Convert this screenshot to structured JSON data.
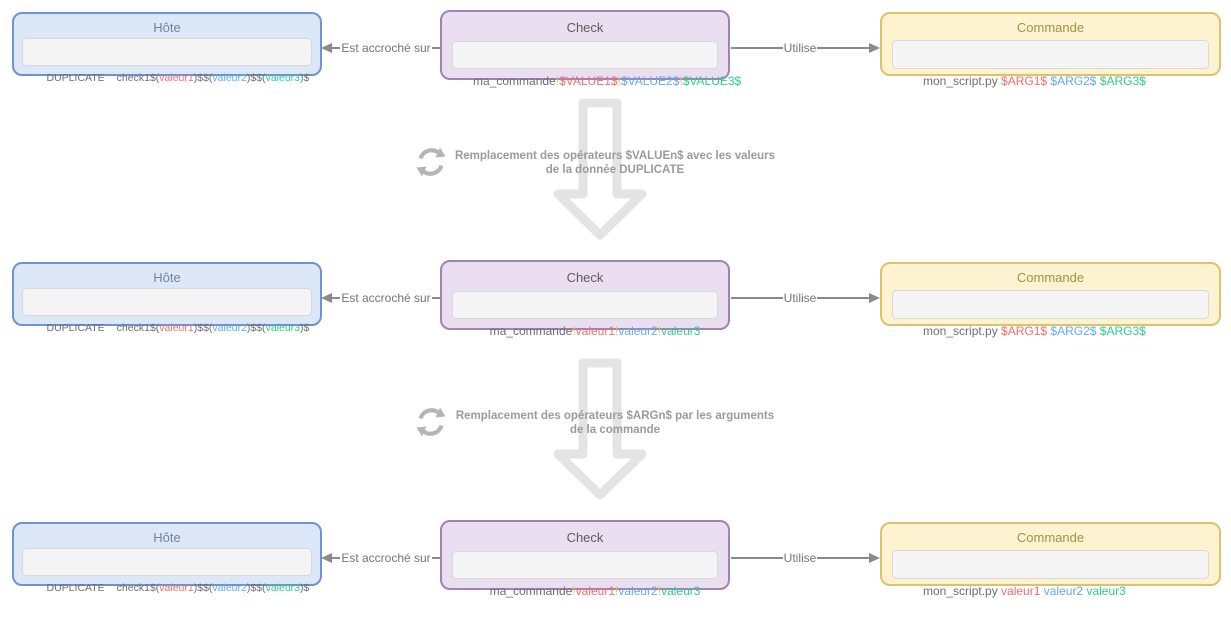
{
  "links": {
    "left_label": "Est accroché sur",
    "right_label": "Utilise"
  },
  "rows": [
    {
      "hote": {
        "title": "Hôte",
        "label": "DUPLICATE",
        "parts": [
          {
            "t": "check1$(",
            "c": "muted"
          },
          {
            "t": "valeur1",
            "c": "red"
          },
          {
            "t": ")$$(",
            "c": "muted"
          },
          {
            "t": "valeur2",
            "c": "blue"
          },
          {
            "t": ")$$(",
            "c": "muted"
          },
          {
            "t": "valeur3",
            "c": "green"
          },
          {
            "t": ")$",
            "c": "muted"
          }
        ]
      },
      "check": {
        "title": "Check",
        "parts": [
          {
            "t": "ma_commande",
            "c": "muted"
          },
          {
            "t": "!",
            "c": "sep"
          },
          {
            "t": "$VALUE1$",
            "c": "red"
          },
          {
            "t": "!",
            "c": "sep"
          },
          {
            "t": "$VALUE2$",
            "c": "blue"
          },
          {
            "t": "!",
            "c": "sep"
          },
          {
            "t": "$VALUE3$",
            "c": "green"
          }
        ]
      },
      "commande": {
        "title": "Commande",
        "parts": [
          {
            "t": "mon_script.py ",
            "c": "muted"
          },
          {
            "t": "$ARG1$",
            "c": "red"
          },
          {
            "t": " ",
            "c": "muted"
          },
          {
            "t": "$ARG2$",
            "c": "blue"
          },
          {
            "t": " ",
            "c": "muted"
          },
          {
            "t": "$ARG3$",
            "c": "green"
          }
        ]
      }
    },
    {
      "hote": {
        "title": "Hôte",
        "label": "DUPLICATE",
        "parts": [
          {
            "t": "check1$(",
            "c": "muted"
          },
          {
            "t": "valeur1",
            "c": "red"
          },
          {
            "t": ")$$(",
            "c": "muted"
          },
          {
            "t": "valeur2",
            "c": "blue"
          },
          {
            "t": ")$$(",
            "c": "muted"
          },
          {
            "t": "valeur3",
            "c": "green"
          },
          {
            "t": ")$",
            "c": "muted"
          }
        ]
      },
      "check": {
        "title": "Check",
        "parts": [
          {
            "t": "ma_commande",
            "c": "muted"
          },
          {
            "t": "!",
            "c": "sep"
          },
          {
            "t": "valeur1",
            "c": "red"
          },
          {
            "t": "!",
            "c": "sep"
          },
          {
            "t": "valeur2",
            "c": "blue"
          },
          {
            "t": "!",
            "c": "sep"
          },
          {
            "t": "valeur3",
            "c": "green"
          }
        ]
      },
      "commande": {
        "title": "Commande",
        "parts": [
          {
            "t": "mon_script.py ",
            "c": "muted"
          },
          {
            "t": "$ARG1$",
            "c": "red"
          },
          {
            "t": " ",
            "c": "muted"
          },
          {
            "t": "$ARG2$",
            "c": "blue"
          },
          {
            "t": " ",
            "c": "muted"
          },
          {
            "t": "$ARG3$",
            "c": "green"
          }
        ]
      }
    },
    {
      "hote": {
        "title": "Hôte",
        "label": "DUPLICATE",
        "parts": [
          {
            "t": "check1$(",
            "c": "muted"
          },
          {
            "t": "valeur1",
            "c": "red"
          },
          {
            "t": ")$$(",
            "c": "muted"
          },
          {
            "t": "valeur2",
            "c": "blue"
          },
          {
            "t": ")$$(",
            "c": "muted"
          },
          {
            "t": "valeur3",
            "c": "green"
          },
          {
            "t": ")$",
            "c": "muted"
          }
        ]
      },
      "check": {
        "title": "Check",
        "parts": [
          {
            "t": "ma_commande",
            "c": "muted"
          },
          {
            "t": "!",
            "c": "sep"
          },
          {
            "t": "valeur1",
            "c": "red"
          },
          {
            "t": "!",
            "c": "sep"
          },
          {
            "t": "valeur2",
            "c": "blue"
          },
          {
            "t": "!",
            "c": "sep"
          },
          {
            "t": "valeur3",
            "c": "green"
          }
        ]
      },
      "commande": {
        "title": "Commande",
        "parts": [
          {
            "t": "mon_script.py ",
            "c": "muted"
          },
          {
            "t": "valeur1",
            "c": "red"
          },
          {
            "t": " ",
            "c": "muted"
          },
          {
            "t": "valeur2",
            "c": "blue"
          },
          {
            "t": " ",
            "c": "muted"
          },
          {
            "t": "valeur3",
            "c": "green"
          }
        ]
      }
    }
  ],
  "transforms": [
    {
      "line1": "Remplacement des opérateurs $VALUEn$ avec les valeurs",
      "line2": "de la donnée DUPLICATE"
    },
    {
      "line1": "Remplacement des opérateurs $ARGn$ par les arguments",
      "line2": "de la commande"
    }
  ],
  "colors": {
    "red": "#f56c6c",
    "blue": "#64a8f0",
    "green": "#2ecc8e",
    "separator": "#f5b93f",
    "text_muted": "#6e6e6e",
    "connector": "#8a8a8a",
    "hote_border": "#6f93ce",
    "hote_bg": "#dce8f8",
    "check_border": "#a083b5",
    "check_bg": "#e9dff1",
    "commande_border": "#dcc26a",
    "commande_bg": "#fdf3d0",
    "big_arrow": "#e4e4e4",
    "transform_text": "#9b9b9b",
    "refresh_icon": "#b5b5b5"
  }
}
